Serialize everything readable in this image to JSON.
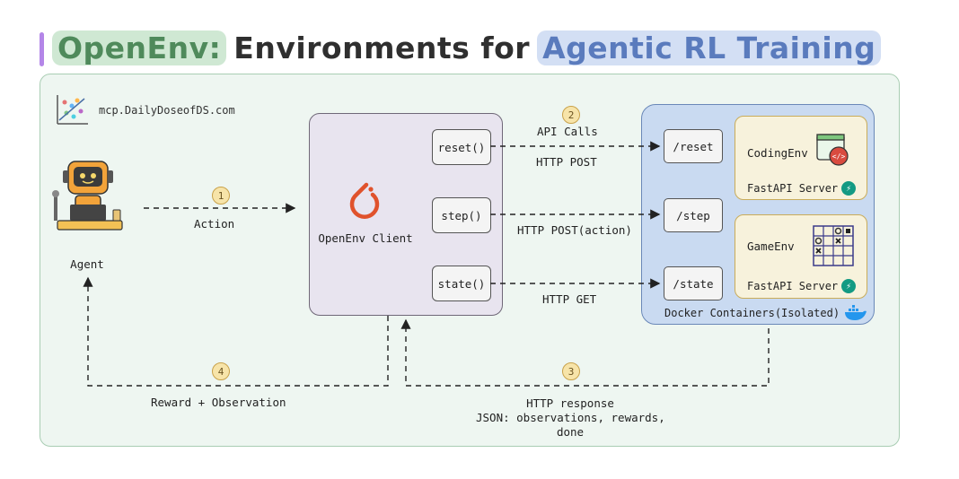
{
  "title": {
    "part1": "OpenEnv:",
    "part2": "Environments for",
    "part3": "Agentic RL Training"
  },
  "brand": {
    "text": "mcp.DailyDoseofDS.com"
  },
  "agent": {
    "label": "Agent"
  },
  "client": {
    "label": "OpenEnv Client",
    "methods": [
      "reset()",
      "step()",
      "state()"
    ]
  },
  "docker": {
    "label": "Docker Containers(Isolated)",
    "endpoints": [
      "/reset",
      "/step",
      "/state"
    ],
    "envs": [
      {
        "name": "CodingEnv",
        "server": "FastAPI Server"
      },
      {
        "name": "GameEnv",
        "server": "FastAPI Server"
      }
    ]
  },
  "flows": {
    "action": {
      "num": "1",
      "label": "Action"
    },
    "api_calls": {
      "num": "2",
      "label": "API Calls"
    },
    "http_post": "HTTP POST",
    "http_post_action": "HTTP POST(action)",
    "http_get": "HTTP GET",
    "response": {
      "num": "3",
      "line1": "HTTP response",
      "line2": "JSON: observations, rewards,",
      "line3": "done"
    },
    "reward": {
      "num": "4",
      "label": "Reward + Observation"
    }
  },
  "colors": {
    "title_green": "#4f8a5b",
    "title_blue": "#5a7bbd",
    "frame_bg": "#eef6f1",
    "client_bg": "#e8e4ef",
    "docker_bg": "#c9daf1",
    "env_bg": "#f7f2dc",
    "pytorch_orange": "#e0522c"
  }
}
